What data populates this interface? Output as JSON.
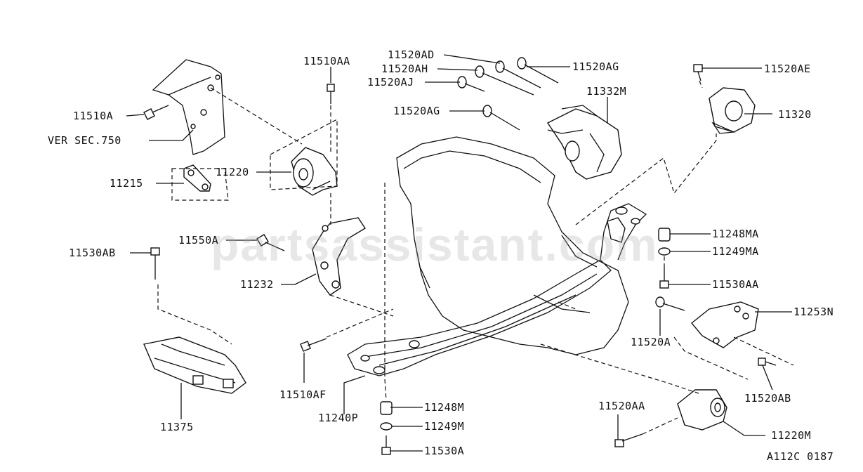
{
  "watermark": "partsassistant.com",
  "drawing_code": "A112C 0187",
  "labels": {
    "l11510A": "11510A",
    "lVerSec": "VER SEC.750",
    "l11215": "11215",
    "l11510AA": "11510AA",
    "l11220": "11220",
    "l11550A": "11550A",
    "l11530AB": "11530AB",
    "l11232": "11232",
    "l11510AF": "11510AF",
    "l11375": "11375",
    "l11240P": "11240P",
    "l11248M": "11248M",
    "l11249M": "11249M",
    "l11530A": "11530A",
    "l11520AD": "11520AD",
    "l11520AH": "11520AH",
    "l11520AJ": "11520AJ",
    "l11520AG_top": "11520AG",
    "l11520AG_left": "11520AG",
    "l11332M": "11332M",
    "l11520AE": "11520AE",
    "l11320": "11320",
    "l11248MA": "11248MA",
    "l11249MA": "11249MA",
    "l11530AA": "11530AA",
    "l11253N": "11253N",
    "l11520A": "11520A",
    "l11520AB": "11520AB",
    "l11520AA": "11520AA",
    "l11220M": "11220M"
  }
}
